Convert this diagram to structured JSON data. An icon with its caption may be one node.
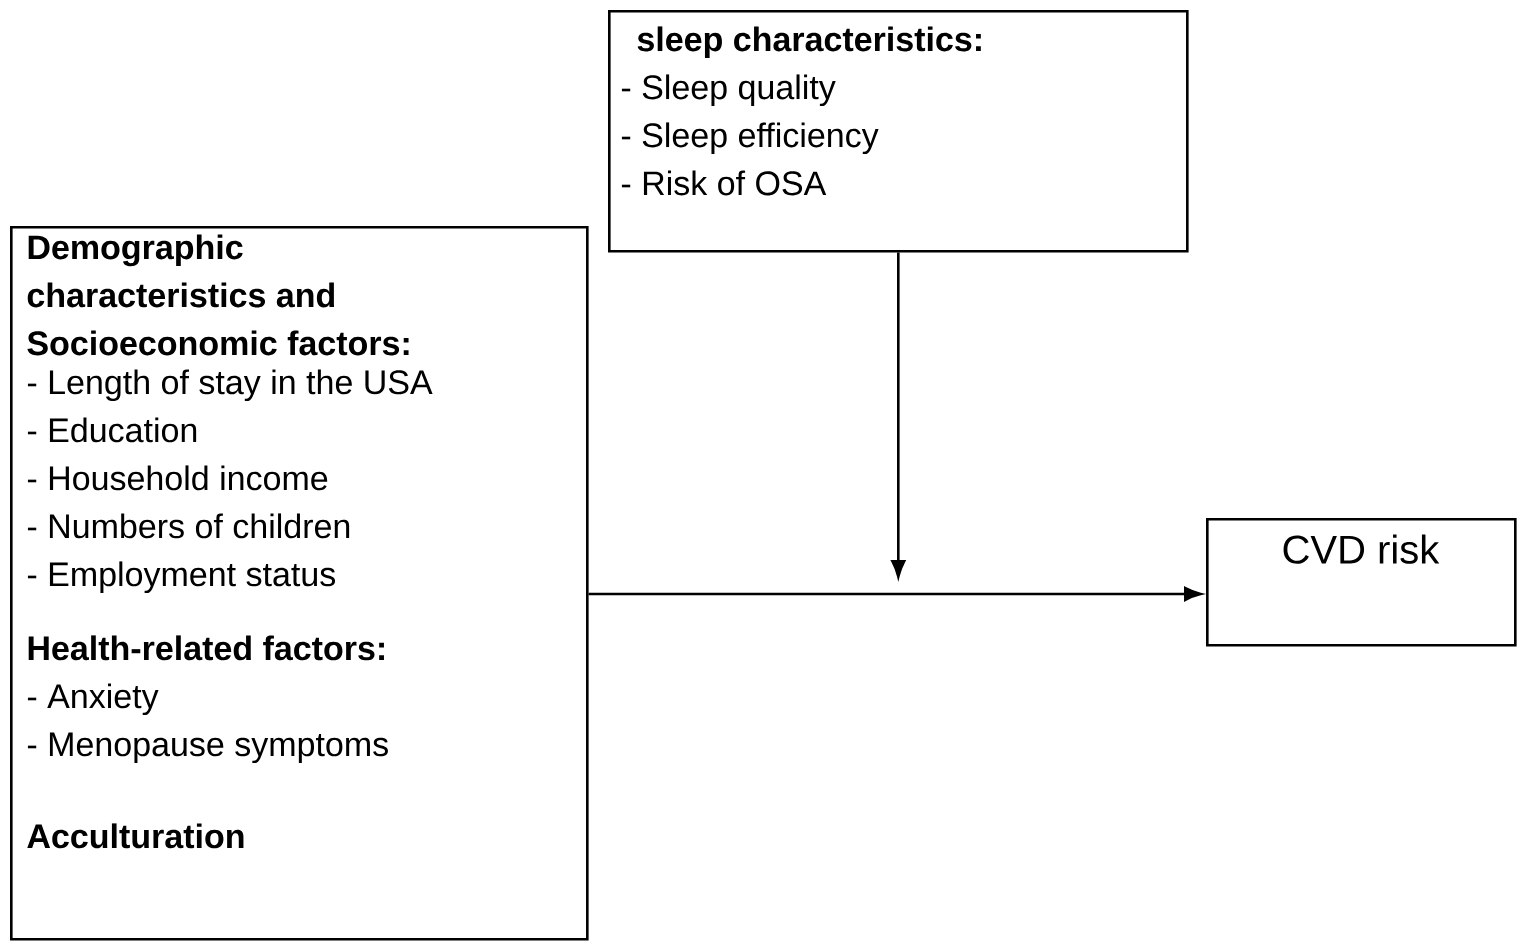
{
  "diagram": {
    "nodes": [
      {
        "text": [
          "sleep characteristics:",
          "- Sleep quality",
          "- Sleep efficiency",
          "- Risk of OSA"
        ]
      },
      {
        "text": [
          "Demographic characteristics and Socioeconomic factors:",
          "- Length of stay in the USA",
          "- Education",
          "- Household income",
          "- Numbers of children",
          "- Employment status",
          "Health-related factors:",
          "- Anxiety",
          "- Menopause symptoms",
          "Acculturation"
        ]
      },
      {
        "text": [
          "CVD risk"
        ]
      }
    ],
    "edges": [
      {
        "from": 1,
        "to": 2,
        "arrow": "to"
      },
      {
        "from": 0,
        "to": null,
        "arrow": "to"
      }
    ]
  }
}
